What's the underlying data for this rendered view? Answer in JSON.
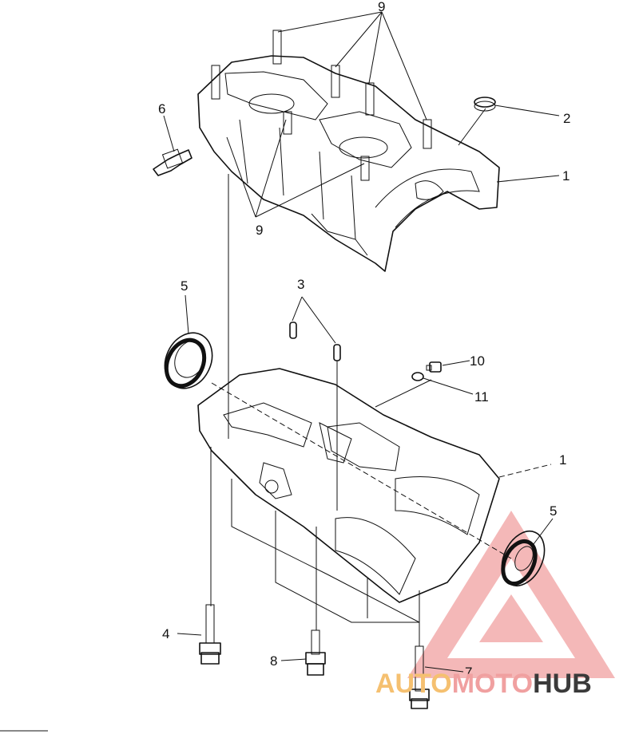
{
  "callouts": {
    "c1_top": "1",
    "c1_bottom": "1",
    "c2": "2",
    "c3": "3",
    "c4": "4",
    "c5_left": "5",
    "c5_right": "5",
    "c6": "6",
    "c7": "7",
    "c8": "8",
    "c9_top": "9",
    "c9_bottom": "9",
    "c10": "10",
    "c11": "11"
  },
  "watermark": {
    "part1": "AUTO",
    "part2": "MOTO",
    "part3": "HUB",
    "color_primary": "#f0a0a0",
    "color_accent": "#f5c070",
    "color_dark": "#3a3a3a"
  }
}
